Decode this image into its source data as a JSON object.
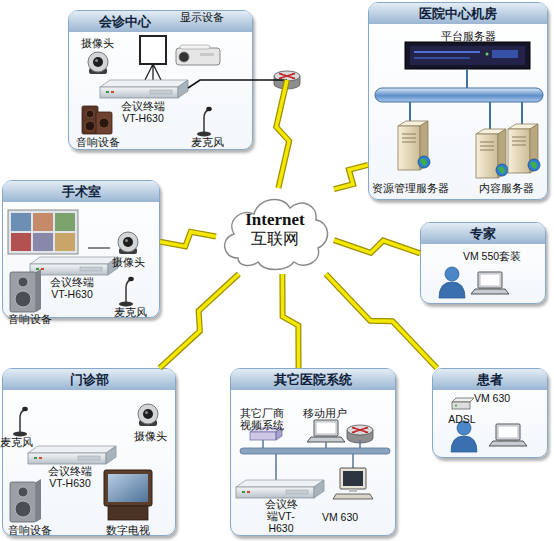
{
  "diagram": {
    "nodes": [
      {
        "text": [
          "会诊中心"
        ]
      },
      {
        "text": [
          "医院中心机房"
        ]
      },
      {
        "text": [
          "手术室"
        ]
      },
      {
        "text": [
          "Internet",
          "互联网"
        ]
      },
      {
        "text": [
          "专家"
        ]
      },
      {
        "text": [
          "门诊部"
        ]
      },
      {
        "text": [
          "其它医院系统"
        ]
      },
      {
        "text": [
          "患者"
        ]
      }
    ],
    "edges": [
      {
        "from": 0,
        "to": 3,
        "arrow": "none"
      },
      {
        "from": 1,
        "to": 3,
        "arrow": "none"
      },
      {
        "from": 2,
        "to": 3,
        "arrow": "none"
      },
      {
        "from": 4,
        "to": 3,
        "arrow": "none"
      },
      {
        "from": 5,
        "to": 3,
        "arrow": "none"
      },
      {
        "from": 6,
        "to": 3,
        "arrow": "none"
      },
      {
        "from": 7,
        "to": 3,
        "arrow": "none"
      }
    ],
    "labels": [
      "摄像头",
      "显示设备",
      "会议终端 VT-H630",
      "音响设备",
      "麦克风",
      "平台服务器",
      "资源管理服务器",
      "内容服务器",
      "摄像头",
      "会议终端 VT-H630",
      "音响设备",
      "麦克风",
      "麦克风",
      "摄像头",
      "会议终端 VT-H630",
      "音响设备",
      "数字电视",
      "其它厂商 视频系统",
      "移动用户",
      "会议终 端VT-H630",
      "VM 630",
      "VM 550套装",
      "VM 630",
      "ADSL"
    ]
  }
}
